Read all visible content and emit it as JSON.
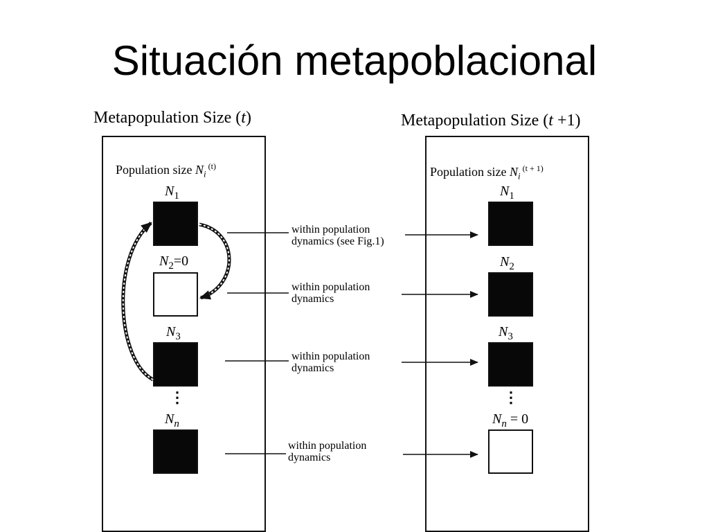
{
  "slide": {
    "title": "Situación metapoblacional"
  },
  "left": {
    "heading_prefix": "Metapopulation Size (",
    "heading_var": "t",
    "heading_suffix": ")",
    "pop_prefix": "Population size ",
    "pop_var": "N",
    "pop_sub": "i",
    "pop_time": "(t)",
    "nodes": [
      {
        "var": "N",
        "sub": "1",
        "suffix": "",
        "state": "filled"
      },
      {
        "var": "N",
        "sub": "2",
        "suffix": "=0",
        "state": "empty"
      },
      {
        "var": "N",
        "sub": "3",
        "suffix": "",
        "state": "filled"
      },
      {
        "var": "N",
        "sub": "n",
        "suffix": "",
        "state": "filled"
      }
    ],
    "dots": "⋮"
  },
  "right": {
    "heading_prefix": "Metapopulation Size (",
    "heading_var": "t",
    "heading_suffix": " +1)",
    "pop_prefix": "Population size ",
    "pop_var": "N",
    "pop_sub": "i",
    "pop_time": "(t + 1)",
    "nodes": [
      {
        "var": "N",
        "sub": "1",
        "suffix": "",
        "state": "filled"
      },
      {
        "var": "N",
        "sub": "2",
        "suffix": "",
        "state": "filled"
      },
      {
        "var": "N",
        "sub": "3",
        "suffix": "",
        "state": "filled"
      },
      {
        "var": "N",
        "sub": "n",
        "suffix": " = 0",
        "state": "empty"
      }
    ],
    "dots": "⋮"
  },
  "captions": [
    {
      "line1": "within population",
      "line2": "dynamics (see Fig.1)"
    },
    {
      "line1": "within population",
      "line2": "dynamics"
    },
    {
      "line1": "within population",
      "line2": "dynamics"
    },
    {
      "line1": "within population",
      "line2": "dynamics"
    }
  ],
  "colors": {
    "ink": "#080808",
    "background": "#ffffff"
  }
}
